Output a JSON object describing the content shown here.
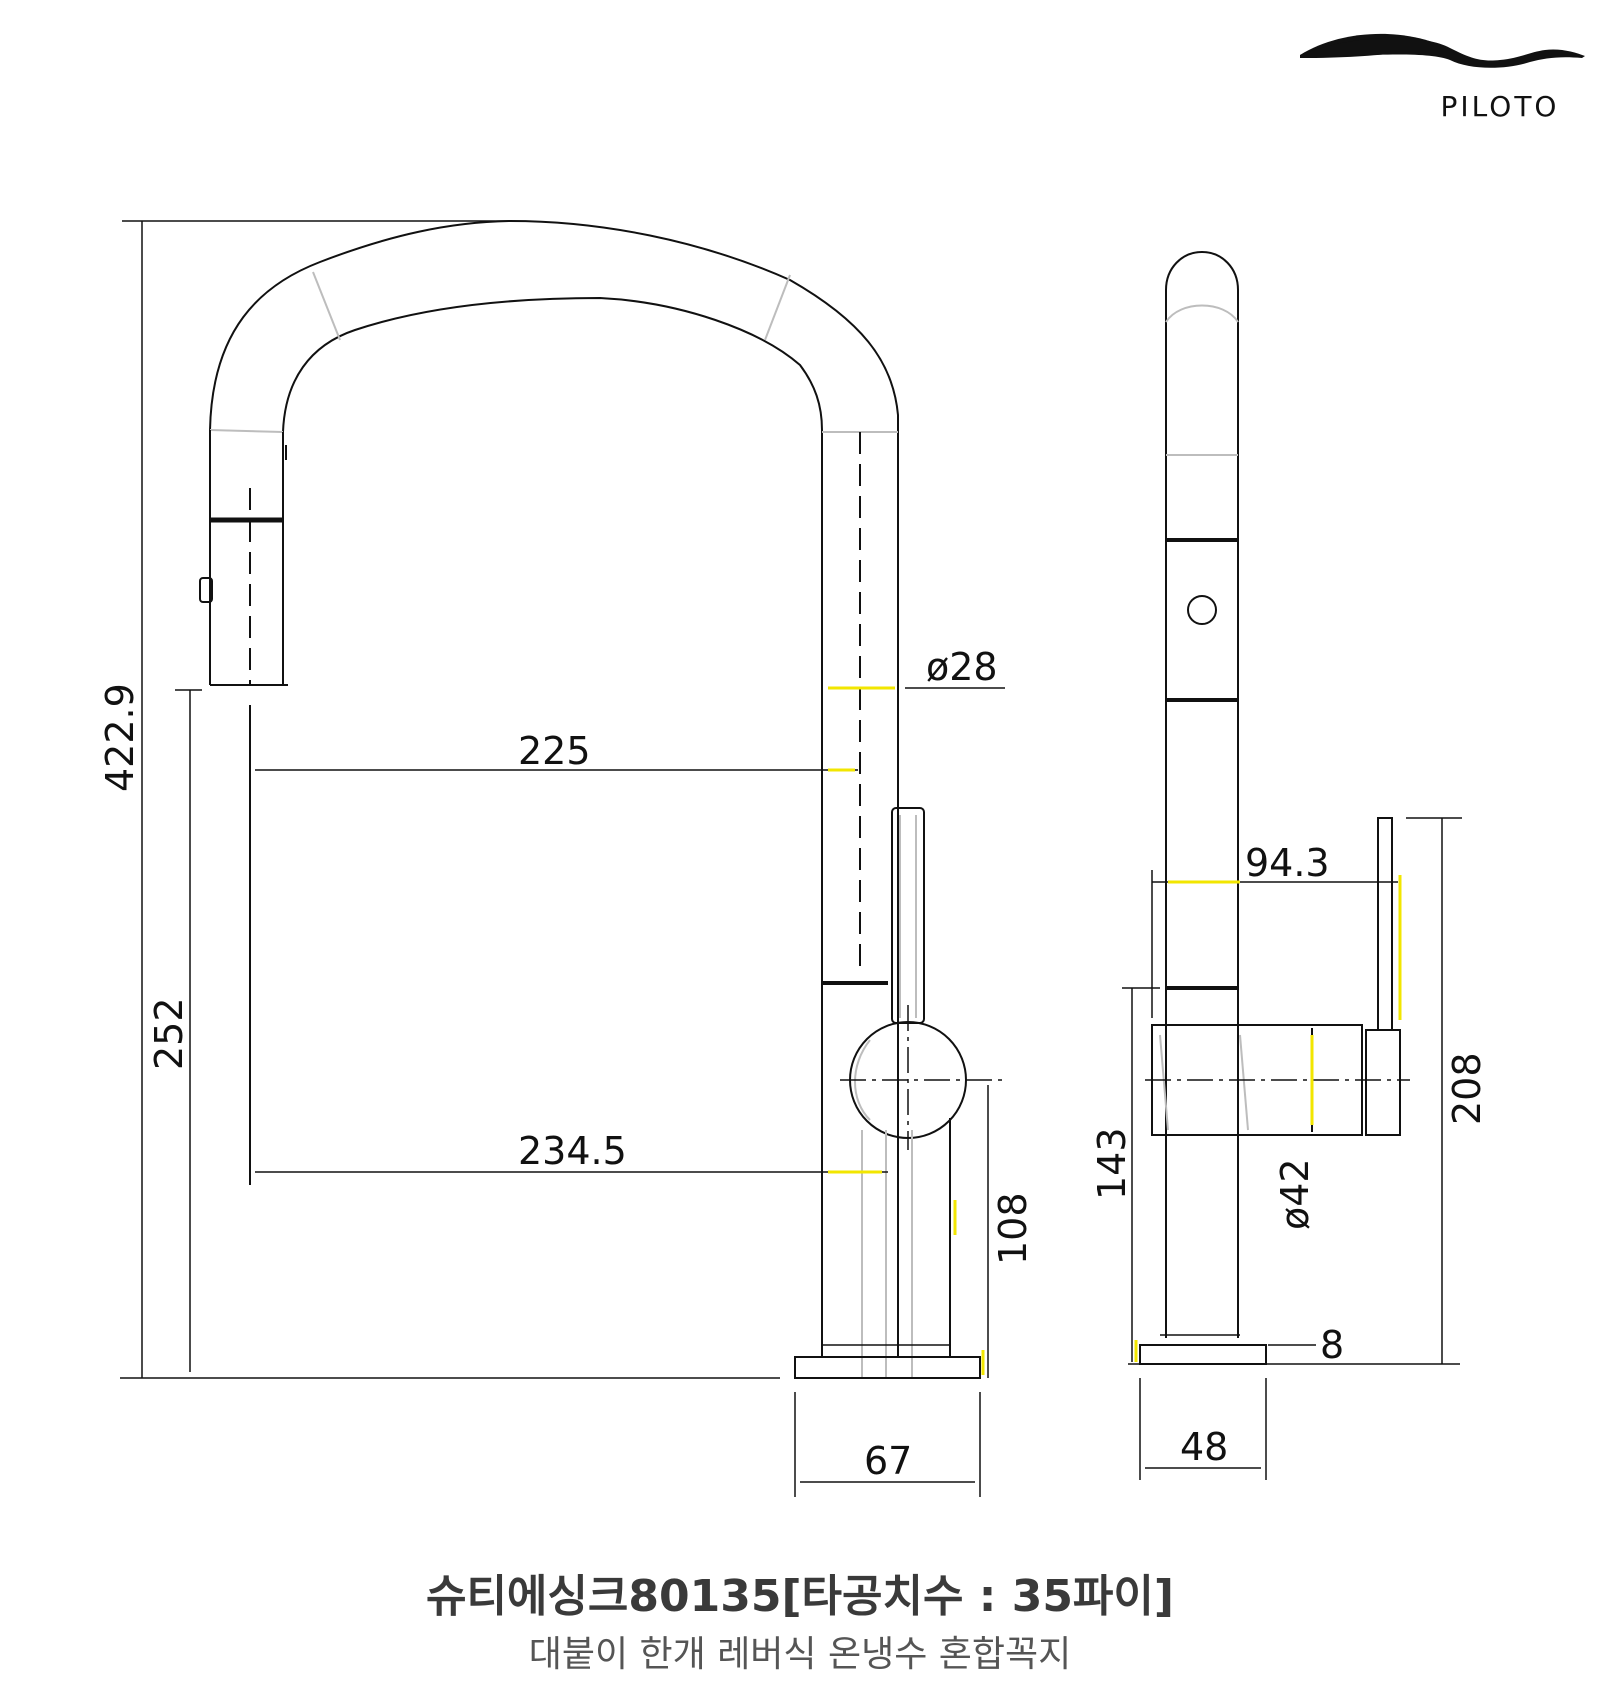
{
  "brand": {
    "name": "PILOTO",
    "logo": "piloto-wave-logo"
  },
  "caption": {
    "title": "슈티에싱크80135[타공치수 : 35파이]",
    "subtitle": "대붙이 한개 레버식 온냉수 혼합꼭지"
  },
  "dimensions": {
    "total_height": "422.9",
    "spout_reach_upper": "225",
    "spout_reach_lower": "234.5",
    "body_diameter": "ø28",
    "spout_head_height": "252",
    "lever_axis_height": "108",
    "base_width_front": "67",
    "handle_projection": "94.3",
    "handle_diameter": "ø42",
    "lever_height_side": "143",
    "handle_top_height": "208",
    "base_thickness": "8",
    "base_width_side": "48"
  },
  "colors": {
    "line": "#111111",
    "guide_gray": "#bdbdbd",
    "highlight": "#f2e600",
    "caption_title": "#3a3a3a",
    "caption_sub": "#555555"
  }
}
